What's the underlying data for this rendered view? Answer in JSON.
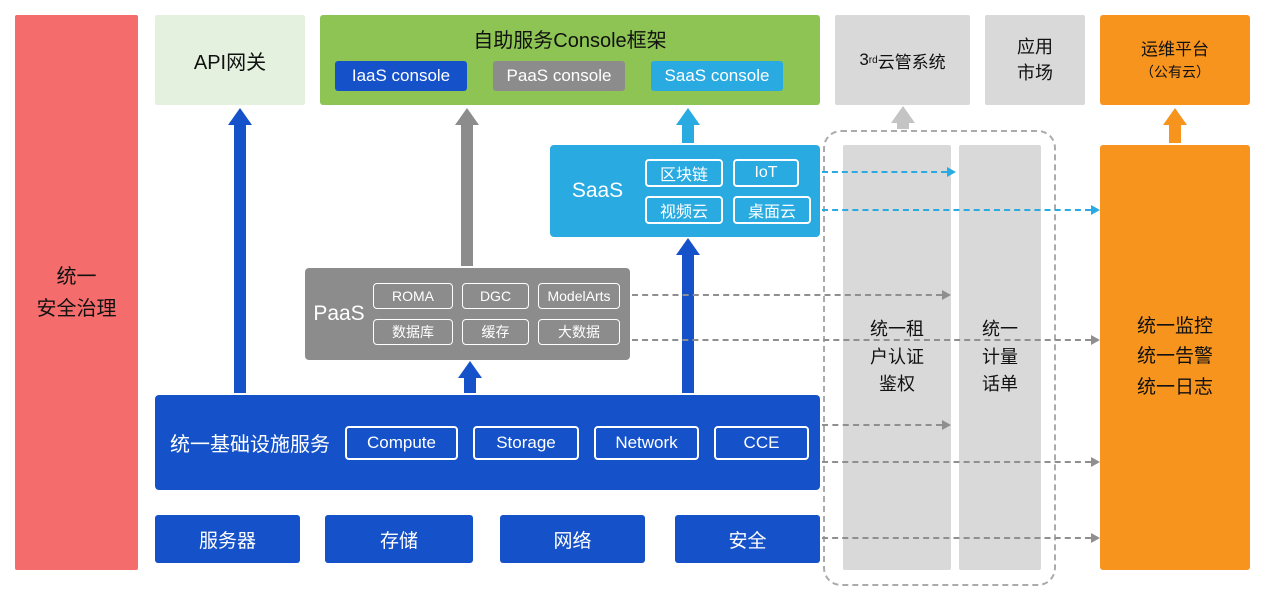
{
  "left_bar": {
    "label": "统一\n安全治理"
  },
  "top_row": {
    "api_gateway": {
      "label": "API网关"
    },
    "console": {
      "title": "自助服务Console框架",
      "items": [
        {
          "label": "IaaS console"
        },
        {
          "label": "PaaS console"
        },
        {
          "label": "SaaS console"
        }
      ]
    },
    "third_party_cloud": {
      "prefix": "3",
      "sup": "rd",
      "suffix": "云管系统"
    },
    "app_market": {
      "label": "应用\n市场"
    },
    "om_platform": {
      "line1": "运维平台",
      "line2": "（公有云）"
    }
  },
  "saas": {
    "label": "SaaS",
    "items": [
      {
        "label": "区块链"
      },
      {
        "label": "IoT"
      },
      {
        "label": "视频云"
      },
      {
        "label": "桌面云"
      }
    ]
  },
  "paas": {
    "label": "PaaS",
    "items": [
      {
        "label": "ROMA"
      },
      {
        "label": "DGC"
      },
      {
        "label": "ModelArts"
      },
      {
        "label": "数据库"
      },
      {
        "label": "缓存"
      },
      {
        "label": "大数据"
      }
    ]
  },
  "infra": {
    "label": "统一基础设施服务",
    "items": [
      {
        "label": "Compute"
      },
      {
        "label": "Storage"
      },
      {
        "label": "Network"
      },
      {
        "label": "CCE"
      }
    ]
  },
  "bottom_row": [
    {
      "label": "服务器"
    },
    {
      "label": "存储"
    },
    {
      "label": "网络"
    },
    {
      "label": "安全"
    }
  ],
  "right_panel": {
    "tenant_auth": {
      "label": "统一租\n户认证\n鉴权"
    },
    "metering": {
      "label": "统一\n计量\n话单"
    },
    "monitor": {
      "label": "统一监控\n统一告警\n统一日志"
    }
  },
  "colors": {
    "red": "#F56C6C",
    "light_green": "#E4F1DF",
    "green": "#8DC453",
    "blue": "#1551C8",
    "gray": "#8C8C8C",
    "light_gray": "#D9D9D9",
    "cyan": "#29ABE2",
    "orange": "#F7941E"
  }
}
